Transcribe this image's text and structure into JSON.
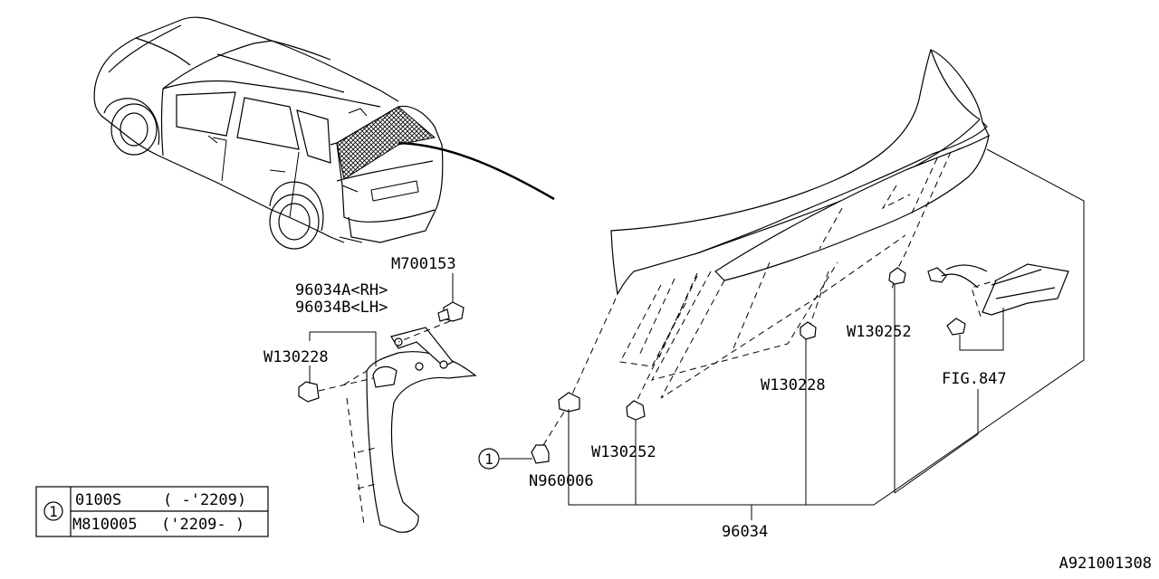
{
  "labels": {
    "m700153": "M700153",
    "p96034a": "96034A<RH>",
    "p96034b": "96034B<LH>",
    "w130228_left": "W130228",
    "w130252_upper": "W130252",
    "w130228_center": "W130228",
    "fig847": "FIG.847",
    "w130252_lower": "W130252",
    "n960006": "N960006",
    "p96034": "96034",
    "callout_ref": "1"
  },
  "legend": {
    "marker": "1",
    "rows": [
      {
        "part": "0100S",
        "range": "( -'2209)"
      },
      {
        "part": "M810005",
        "range": "('2209- )"
      }
    ]
  },
  "catalog_number": "A921001308"
}
